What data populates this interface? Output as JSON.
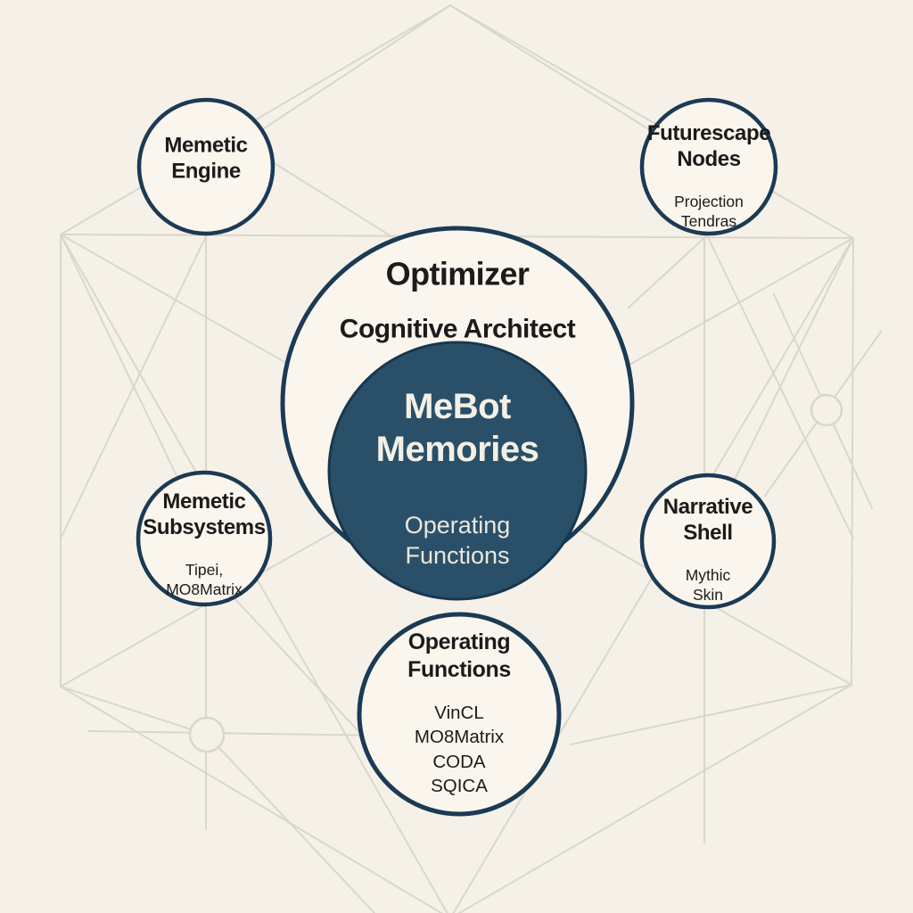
{
  "palette": {
    "background": "#f6f1e8",
    "wireframe_line": "#d9d6cc",
    "circle_fill": "#faf6ed",
    "circle_stroke": "#1b3a54",
    "core_fill": "#2a5069",
    "text_dark": "#1b1b1b",
    "text_light": "#f4f0e6"
  },
  "center": {
    "outer_title": "Optimizer",
    "outer_subtitle": "Cognitive Architect",
    "inner_title": "MeBot\nMemories",
    "inner_subtitle": "Operating\nFunctions"
  },
  "satellites": [
    {
      "name": "memetic-engine",
      "title": "Memetic\nEngine",
      "subtitle": ""
    },
    {
      "name": "futurescape-nodes",
      "title": "Futurescape\nNodes",
      "subtitle": "Projection\nTendras"
    },
    {
      "name": "memetic-subsystems",
      "title": "Memetic\nSubsystems",
      "subtitle": "Tipei,\nMO8Matrix"
    },
    {
      "name": "narrative-shell",
      "title": "Narrative\nShell",
      "subtitle": "Mythic\nSkin"
    },
    {
      "name": "operating-functions",
      "title": "Operating\nFunctions",
      "subtitle": "VinCL\nMO8Matrix\nCODA\nSQICA"
    }
  ]
}
